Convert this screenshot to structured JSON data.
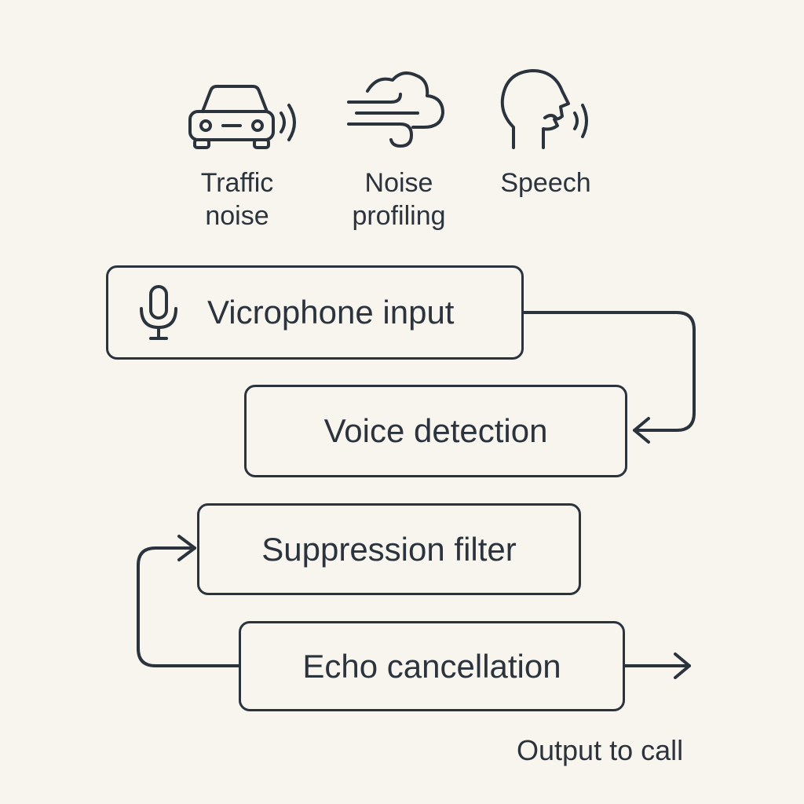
{
  "sources": [
    {
      "label": "Traffic\nnoise",
      "icon": "car-noise-icon"
    },
    {
      "label": "Noise\nprofiling",
      "icon": "wind-cloud-icon"
    },
    {
      "label": "Speech",
      "icon": "speaking-head-icon"
    }
  ],
  "pipeline": {
    "microphone": {
      "label": "Vicrophone input",
      "icon": "microphone-icon"
    },
    "voice_detection": {
      "label": "Voice detection"
    },
    "suppression": {
      "label": "Suppression filter"
    },
    "echo": {
      "label": "Echo cancellation"
    }
  },
  "output": {
    "label": "Output to call"
  },
  "colors": {
    "background": "#f8f5ef",
    "stroke": "#2b333d"
  }
}
